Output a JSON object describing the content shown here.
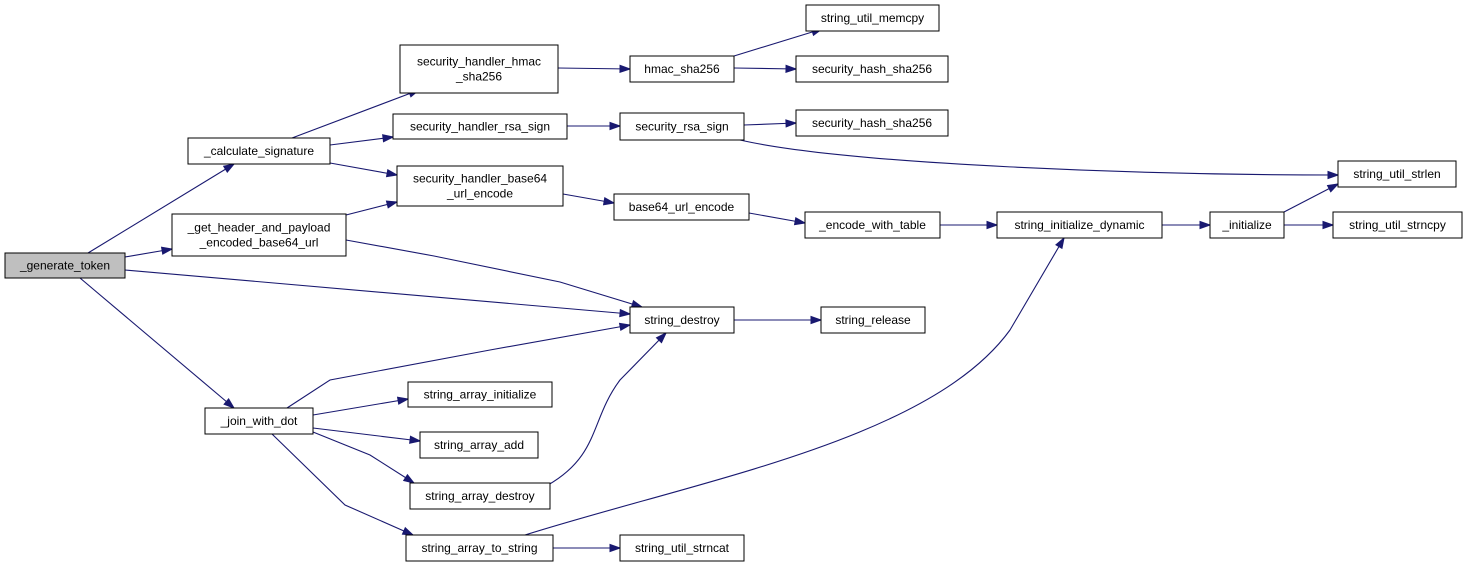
{
  "graph": {
    "title": "",
    "colors": {
      "edge": "#191970",
      "root_fill": "#bfbfbf",
      "node_fill": "#ffffff",
      "node_border": "#000000"
    },
    "nodes": [
      {
        "id": "generate_token",
        "lines": [
          "_generate_token"
        ],
        "root": true
      },
      {
        "id": "calculate_signature",
        "lines": [
          "_calculate_signature"
        ]
      },
      {
        "id": "get_header",
        "lines": [
          "_get_header_and_payload",
          "_encoded_base64_url"
        ]
      },
      {
        "id": "join_with_dot",
        "lines": [
          "_join_with_dot"
        ]
      },
      {
        "id": "sh_hmac",
        "lines": [
          "security_handler_hmac",
          "_sha256"
        ]
      },
      {
        "id": "sh_rsa",
        "lines": [
          "security_handler_rsa_sign"
        ]
      },
      {
        "id": "sh_b64",
        "lines": [
          "security_handler_base64",
          "_url_encode"
        ]
      },
      {
        "id": "hmac_sha256",
        "lines": [
          "hmac_sha256"
        ]
      },
      {
        "id": "sec_rsa_sign",
        "lines": [
          "security_rsa_sign"
        ]
      },
      {
        "id": "b64_url_encode",
        "lines": [
          "base64_url_encode"
        ]
      },
      {
        "id": "string_destroy",
        "lines": [
          "string_destroy"
        ]
      },
      {
        "id": "sa_init",
        "lines": [
          "string_array_initialize"
        ]
      },
      {
        "id": "sa_add",
        "lines": [
          "string_array_add"
        ]
      },
      {
        "id": "sa_destroy",
        "lines": [
          "string_array_destroy"
        ]
      },
      {
        "id": "sa_to_string",
        "lines": [
          "string_array_to_string"
        ]
      },
      {
        "id": "su_memcpy",
        "lines": [
          "string_util_memcpy"
        ]
      },
      {
        "id": "hash_a",
        "lines": [
          "security_hash_sha256"
        ]
      },
      {
        "id": "hash_b",
        "lines": [
          "security_hash_sha256"
        ]
      },
      {
        "id": "encode_with_table",
        "lines": [
          "_encode_with_table"
        ]
      },
      {
        "id": "string_release",
        "lines": [
          "string_release"
        ]
      },
      {
        "id": "su_strncat",
        "lines": [
          "string_util_strncat"
        ]
      },
      {
        "id": "str_init_dyn",
        "lines": [
          "string_initialize_dynamic"
        ]
      },
      {
        "id": "initialize",
        "lines": [
          "_initialize"
        ]
      },
      {
        "id": "su_strlen",
        "lines": [
          "string_util_strlen"
        ]
      },
      {
        "id": "su_strncpy",
        "lines": [
          "string_util_strncpy"
        ]
      }
    ],
    "edges": [
      [
        "generate_token",
        "calculate_signature"
      ],
      [
        "generate_token",
        "get_header"
      ],
      [
        "generate_token",
        "string_destroy"
      ],
      [
        "generate_token",
        "join_with_dot"
      ],
      [
        "calculate_signature",
        "sh_hmac"
      ],
      [
        "calculate_signature",
        "sh_rsa"
      ],
      [
        "calculate_signature",
        "sh_b64"
      ],
      [
        "get_header",
        "sh_b64"
      ],
      [
        "get_header",
        "string_destroy"
      ],
      [
        "join_with_dot",
        "string_destroy"
      ],
      [
        "join_with_dot",
        "sa_init"
      ],
      [
        "join_with_dot",
        "sa_add"
      ],
      [
        "join_with_dot",
        "sa_destroy"
      ],
      [
        "join_with_dot",
        "sa_to_string"
      ],
      [
        "sh_hmac",
        "hmac_sha256"
      ],
      [
        "sh_rsa",
        "sec_rsa_sign"
      ],
      [
        "sh_b64",
        "b64_url_encode"
      ],
      [
        "hmac_sha256",
        "su_memcpy"
      ],
      [
        "hmac_sha256",
        "hash_a"
      ],
      [
        "sec_rsa_sign",
        "hash_b"
      ],
      [
        "sec_rsa_sign",
        "su_strlen"
      ],
      [
        "b64_url_encode",
        "encode_with_table"
      ],
      [
        "encode_with_table",
        "str_init_dyn"
      ],
      [
        "string_destroy",
        "string_release"
      ],
      [
        "sa_destroy",
        "string_destroy"
      ],
      [
        "sa_to_string",
        "str_init_dyn"
      ],
      [
        "sa_to_string",
        "su_strncat"
      ],
      [
        "str_init_dyn",
        "initialize"
      ],
      [
        "initialize",
        "su_strlen"
      ],
      [
        "initialize",
        "su_strncpy"
      ]
    ]
  }
}
